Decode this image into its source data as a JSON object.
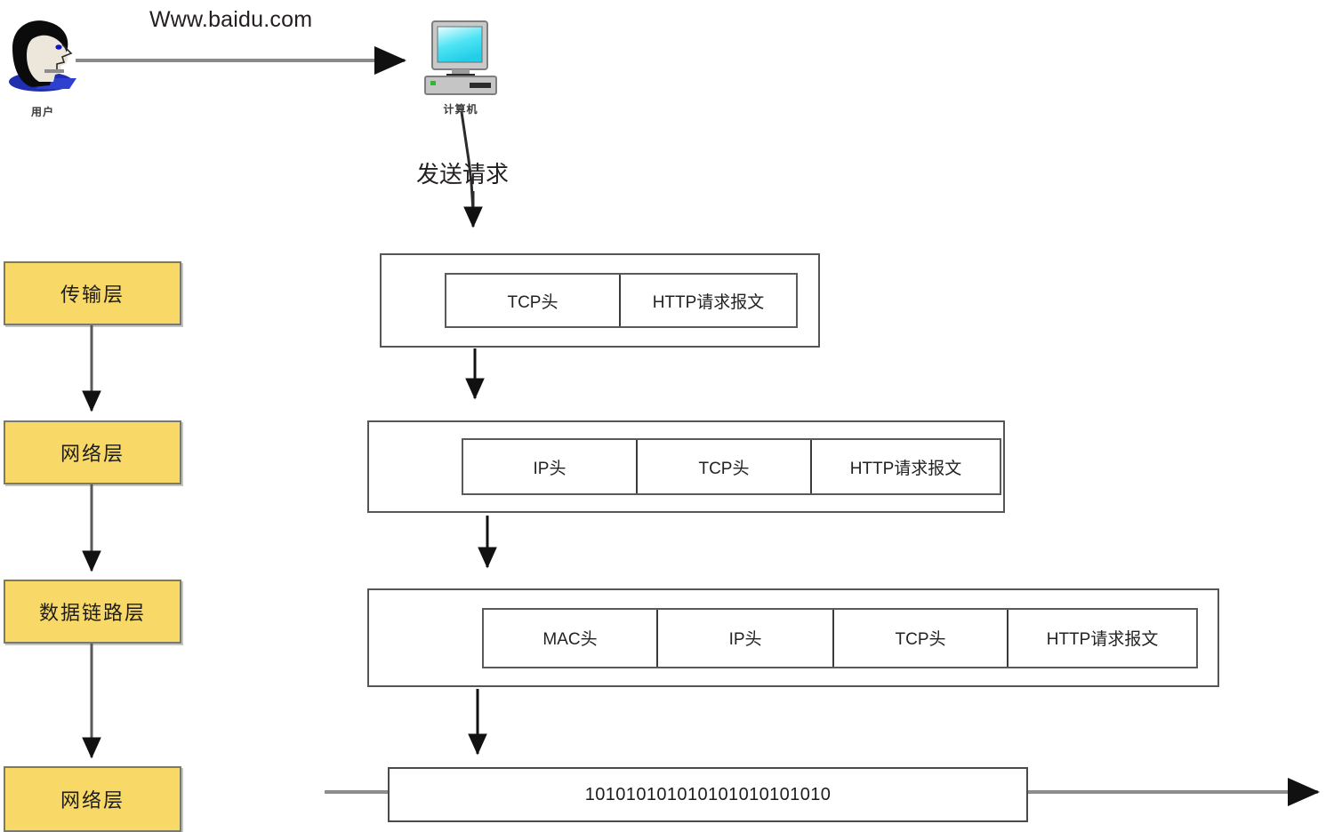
{
  "diagram": {
    "title": "TCP/IP protocol stack encapsulation of an HTTP request",
    "url_label": "Www.baidu.com",
    "user_caption": "用户",
    "computer_caption": "计算机",
    "send_request_label": "发送请求",
    "arrow_color": "#808080",
    "layer_fill_color": "#F8D866",
    "layer_border_color": "#7A7A6B"
  },
  "layers": [
    {
      "label": "传输层"
    },
    {
      "label": "网络层"
    },
    {
      "label": "数据链路层"
    },
    {
      "label": "网络层"
    }
  ],
  "packets": [
    {
      "name": "transport-packet",
      "cells": [
        {
          "label": "TCP头"
        },
        {
          "label": "HTTP请求报文"
        }
      ]
    },
    {
      "name": "network-packet",
      "cells": [
        {
          "label": "IP头"
        },
        {
          "label": "TCP头"
        },
        {
          "label": "HTTP请求报文"
        }
      ]
    },
    {
      "name": "datalink-packet",
      "cells": [
        {
          "label": "MAC头"
        },
        {
          "label": "IP头"
        },
        {
          "label": "TCP头"
        },
        {
          "label": "HTTP请求报文"
        }
      ]
    }
  ],
  "bitstream": {
    "label": "101010101010101010101010"
  },
  "icons": {
    "user": "user-head-icon",
    "computer": "desktop-computer-icon",
    "arrow": "arrow-icon"
  }
}
